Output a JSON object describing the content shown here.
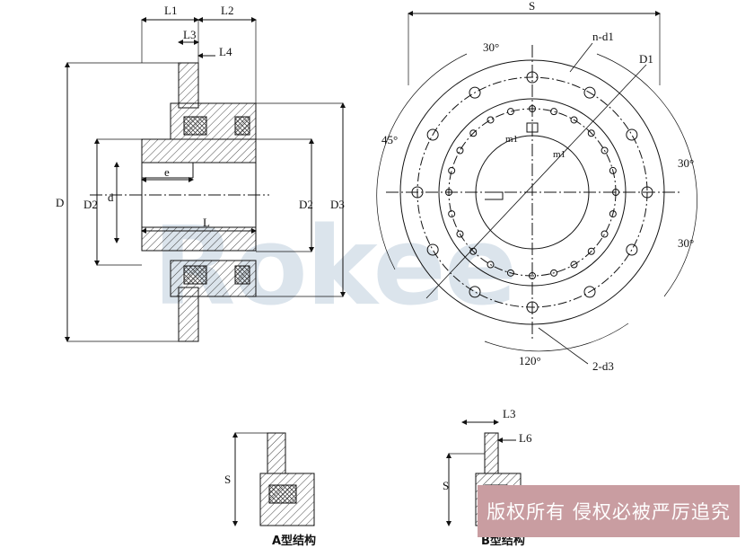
{
  "watermark": {
    "logo_text": "Rokee",
    "copyright_notice": "版权所有 侵权必被严厉追究"
  },
  "side_view": {
    "labels": {
      "L1": "L1",
      "L2": "L2",
      "L3": "L3",
      "L4": "L4",
      "D": "D",
      "D2": "D2",
      "d": "d",
      "e": "e",
      "L": "L",
      "D2_right": "D2",
      "D3": "D3"
    }
  },
  "front_view": {
    "labels": {
      "S": "S",
      "angle_30_top": "30°",
      "n_d1": "n-d1",
      "D1": "D1",
      "angle_45": "45°",
      "angle_30_right_top": "30°",
      "angle_30_right_bottom": "30°",
      "m1_left": "m1",
      "m1_right": "m1",
      "angle_120": "120°",
      "two_d3": "2-d3"
    }
  },
  "variant_a": {
    "dim_s": "S",
    "caption": "A型结构"
  },
  "variant_b": {
    "dim_l3": "L3",
    "dim_l6": "L6",
    "dim_s": "S",
    "caption": "B型结构"
  },
  "colors": {
    "line": "#111111",
    "hatch": "#555555",
    "watermark": "#cfdbe6",
    "copyright_bg": "#c99da1"
  }
}
